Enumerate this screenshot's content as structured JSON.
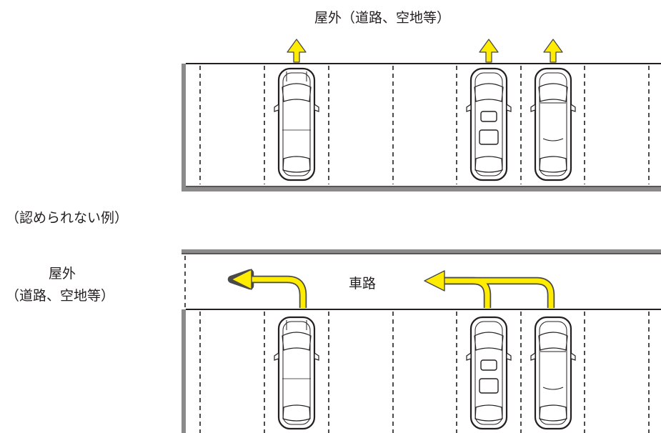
{
  "labels": {
    "outdoor_top": "屋外（道路、空地等）",
    "example_caption": "（認められない例）",
    "outdoor_side_line1": "屋外",
    "outdoor_side_line2": "（道路、空地等）",
    "road": "車路"
  },
  "colors": {
    "arrow_fill": "#ffec00",
    "arrow_stroke": "#4a4a4a",
    "wall": "#8a8a8a",
    "line": "#231f20"
  },
  "icons": [
    "arrow-up-icon",
    "arrow-left-turn-icon",
    "car-icon",
    "minivan-icon",
    "sedan-icon"
  ]
}
